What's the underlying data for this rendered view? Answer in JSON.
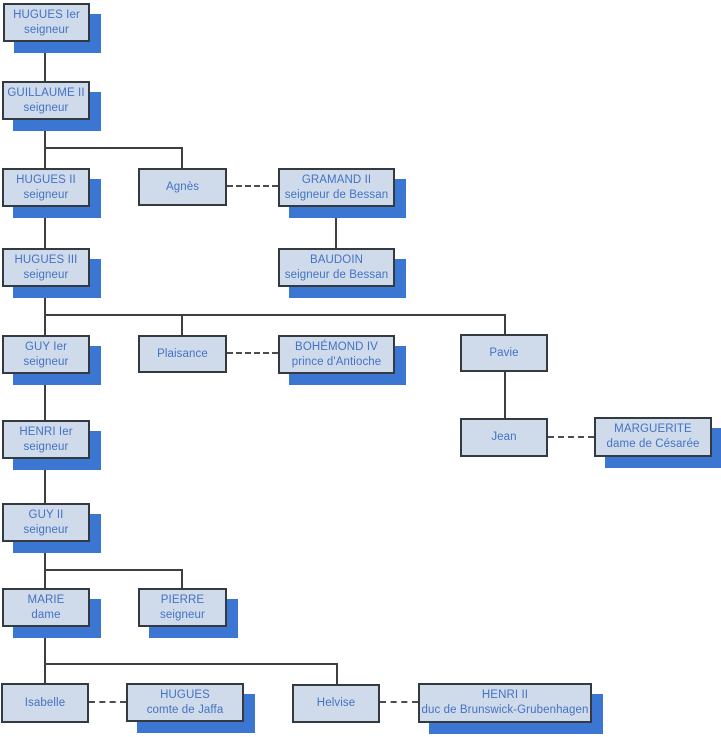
{
  "diagram": {
    "kind": "family-tree",
    "colors": {
      "box_fill": "#cfdbea",
      "box_border": "#333a40",
      "box_shadow": "#3b76d2",
      "text": "#4472c4",
      "connector": "#3f3f3f",
      "background": "#ffffff"
    }
  },
  "nodes": {
    "hugues1": {
      "name": "HUGUES Ier",
      "title": "seigneur"
    },
    "guillaume2": {
      "name": "GUILLAUME II",
      "title": "seigneur"
    },
    "hugues2": {
      "name": "HUGUES II",
      "title": "seigneur"
    },
    "agnes": {
      "name": "Agnès"
    },
    "gramand2": {
      "name": "GRAMAND II",
      "title": "seigneur de Bessan"
    },
    "hugues3": {
      "name": "HUGUES III",
      "title": "seigneur"
    },
    "baudoin": {
      "name": "BAUDOIN",
      "title": "seigneur de Bessan"
    },
    "guy1": {
      "name": "GUY Ier",
      "title": "seigneur"
    },
    "plaisance": {
      "name": "Plaisance"
    },
    "bohemond4": {
      "name": "BOHÉMOND IV",
      "title": "prince d'Antioche"
    },
    "pavie": {
      "name": "Pavie"
    },
    "henri1": {
      "name": "HENRI Ier",
      "title": "seigneur"
    },
    "jean": {
      "name": "Jean"
    },
    "marguerite": {
      "name": "MARGUERITE",
      "title": "dame de Césarée"
    },
    "guy2": {
      "name": "GUY II",
      "title": "seigneur"
    },
    "marie": {
      "name": "MARIE",
      "title": "dame"
    },
    "pierre": {
      "name": "PIERRE",
      "title": "seigneur"
    },
    "isabelle": {
      "name": "Isabelle"
    },
    "hugues_jaffa": {
      "name": "HUGUES",
      "title": "comte de Jaffa"
    },
    "helvise": {
      "name": "Helvise"
    },
    "henri2": {
      "name": "HENRI II",
      "title": "duc de Brunswick-Grubenhagen"
    }
  },
  "edges": {
    "descent": [
      {
        "from": "hugues1",
        "to": "guillaume2"
      },
      {
        "from": "guillaume2",
        "to": "hugues2"
      },
      {
        "from": "guillaume2",
        "to": "agnes"
      },
      {
        "from": "gramand2",
        "to": "baudoin"
      },
      {
        "from": "hugues2",
        "to": "hugues3"
      },
      {
        "from": "hugues3",
        "to": "guy1"
      },
      {
        "from": "hugues3",
        "to": "plaisance"
      },
      {
        "from": "hugues3",
        "to": "pavie"
      },
      {
        "from": "pavie",
        "to": "jean"
      },
      {
        "from": "guy1",
        "to": "henri1"
      },
      {
        "from": "henri1",
        "to": "guy2"
      },
      {
        "from": "guy2",
        "to": "marie"
      },
      {
        "from": "guy2",
        "to": "pierre"
      },
      {
        "from": "marie",
        "to": "isabelle"
      },
      {
        "from": "marie",
        "to": "helvise"
      }
    ],
    "marriage": [
      {
        "a": "agnes",
        "b": "gramand2"
      },
      {
        "a": "plaisance",
        "b": "bohemond4"
      },
      {
        "a": "jean",
        "b": "marguerite"
      },
      {
        "a": "isabelle",
        "b": "hugues_jaffa"
      },
      {
        "a": "helvise",
        "b": "henri2"
      }
    ]
  }
}
